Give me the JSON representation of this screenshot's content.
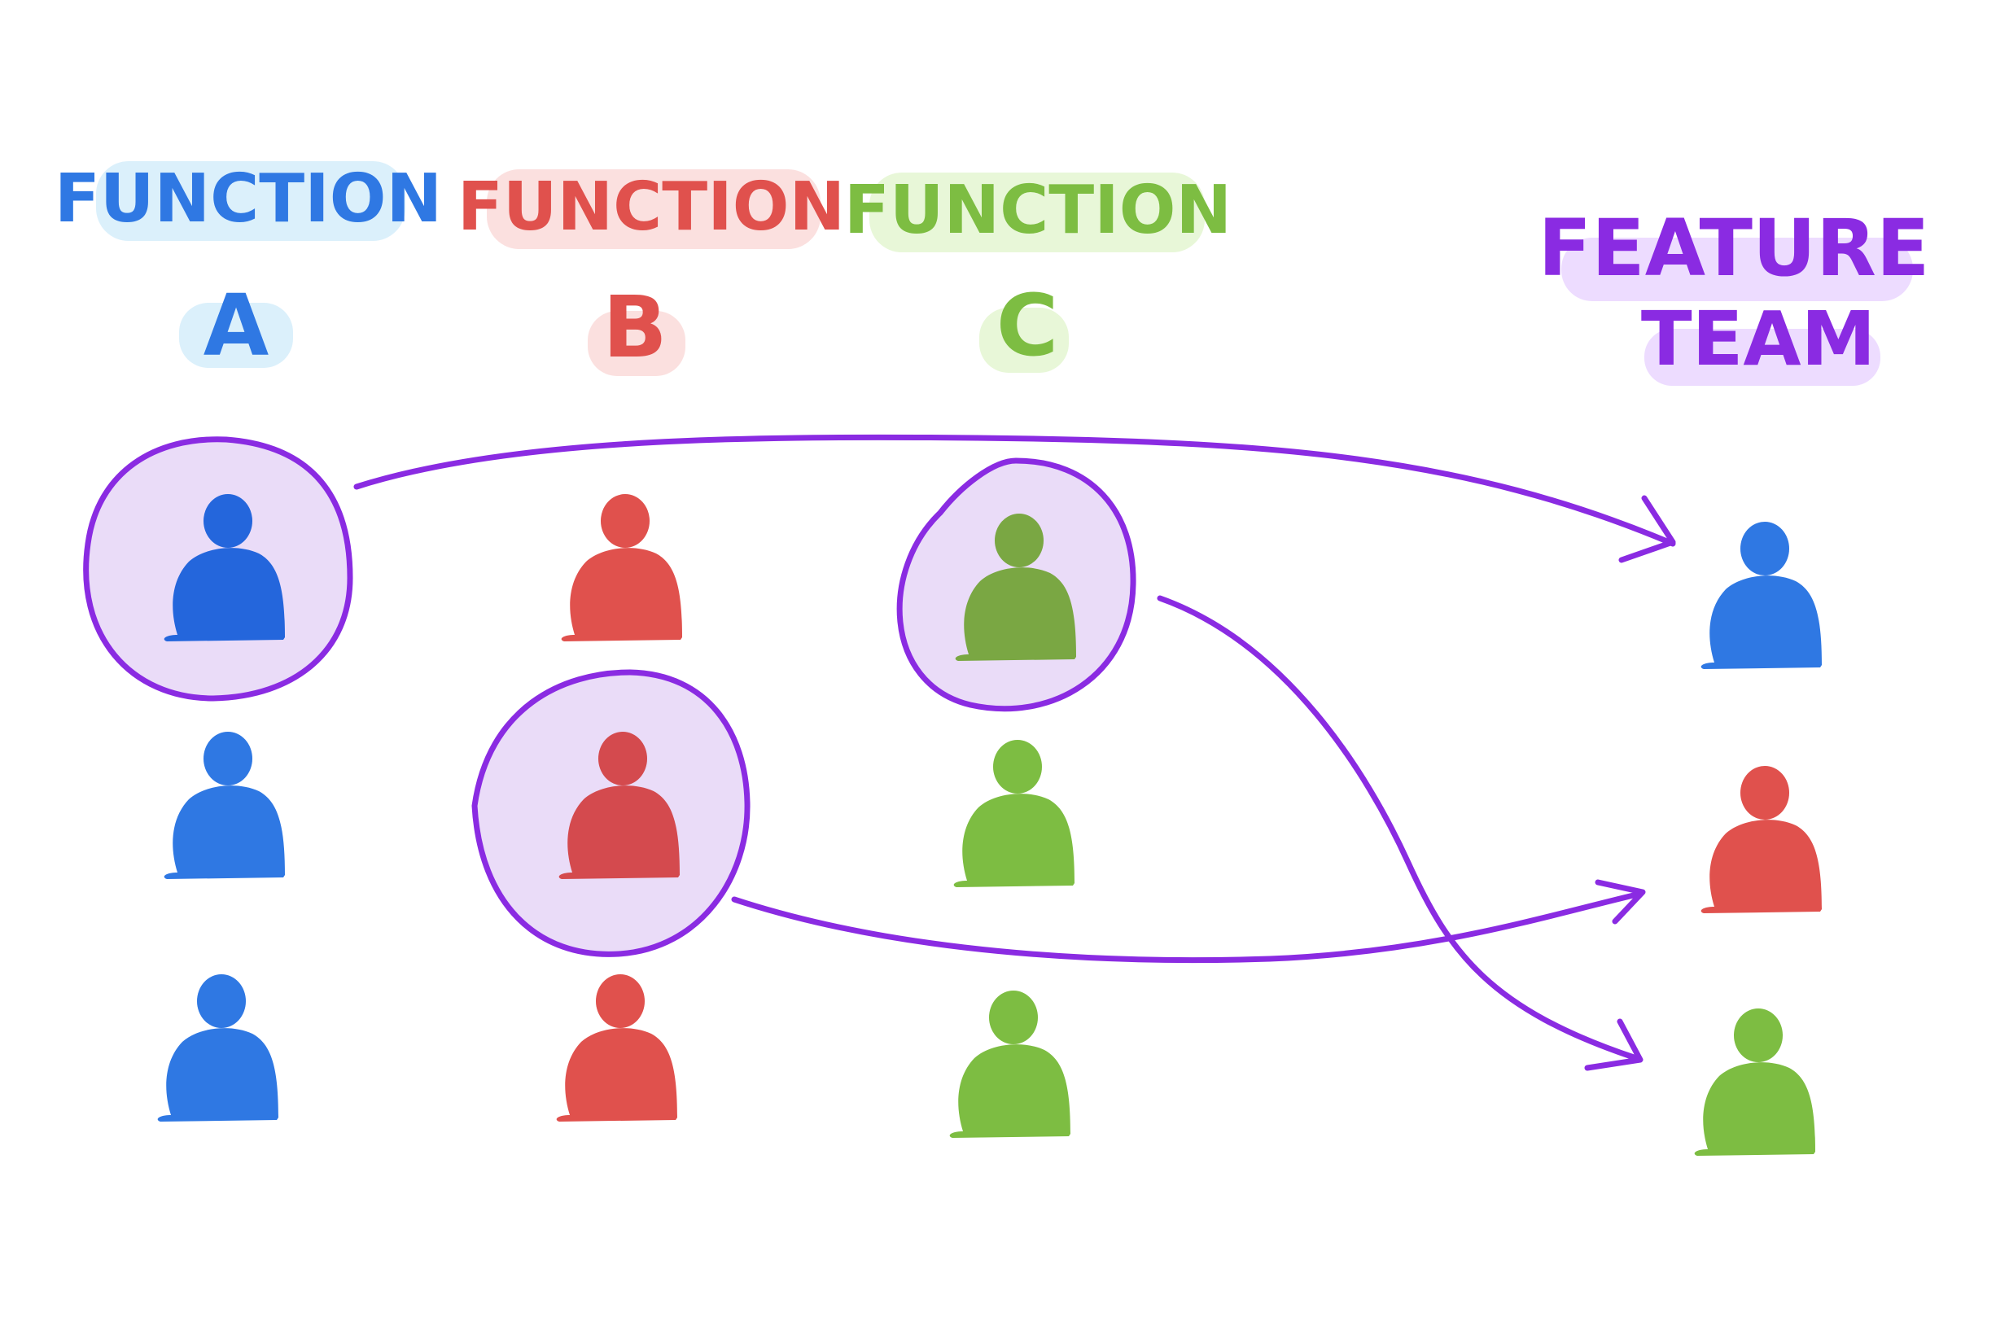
{
  "colors": {
    "blue": "#2f78e3",
    "blue_dark": "#2466dc",
    "red": "#e0514d",
    "red_dark": "#d44a4e",
    "green": "#7dbd42",
    "green_dark": "#7aa743",
    "purple": "#8a2be2",
    "highlight_blue": "#dbf0fb",
    "highlight_red": "#fbe0df",
    "highlight_green": "#e8f7d8",
    "highlight_purple": "#eddcff",
    "circle_fill": "#eadcf8"
  },
  "columns": [
    {
      "function_word": "FUNCTION",
      "letter": "A",
      "color": "blue"
    },
    {
      "function_word": "FUNCTION",
      "letter": "B",
      "color": "red"
    },
    {
      "function_word": "FUNCTION",
      "letter": "C",
      "color": "green"
    }
  ],
  "feature_team": {
    "line1": "FEATURE",
    "line2": "TEAM"
  },
  "icons": {
    "person": "person-icon",
    "arrow": "arrow-icon",
    "selection": "selection-circle-icon"
  }
}
